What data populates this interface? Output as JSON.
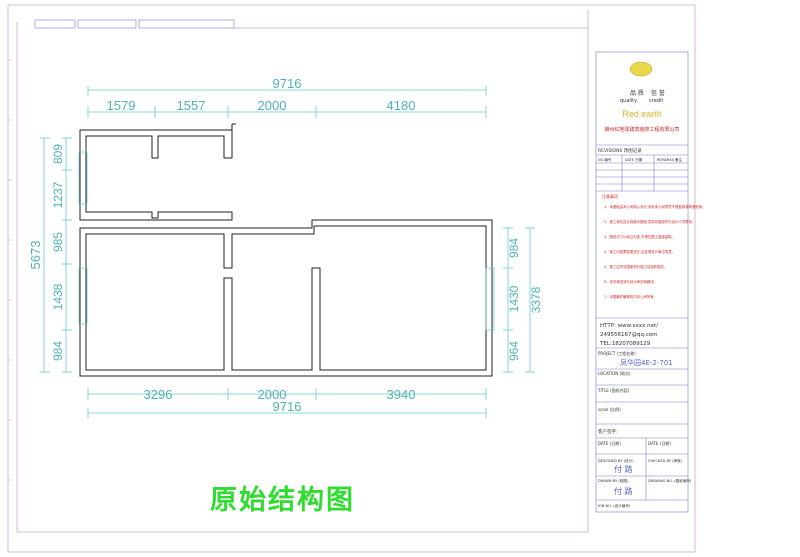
{
  "header_cells": [
    "",
    "",
    ""
  ],
  "plan": {
    "top_total": "9716",
    "top_parts": [
      "1579",
      "1557",
      "2000",
      "4180"
    ],
    "bottom_parts": [
      "3296",
      "2000",
      "3940"
    ],
    "bottom_total": "9716",
    "left_total": "5673",
    "left_parts": [
      "809",
      "1237",
      "985",
      "1438",
      "984"
    ],
    "right_parts": [
      "984",
      "1430",
      "964"
    ],
    "right_total": "3378",
    "title": "原始结构图"
  },
  "title_block": {
    "cert_cn": [
      "品 质",
      "信 誉"
    ],
    "cert_en": [
      "quality",
      "credit"
    ],
    "brand": "Red earth",
    "company": "赣州红地球建筑装饰工程有限公司",
    "revision_header": "REVISIONS 改图记录",
    "rev_columns": [
      "NO.编号",
      "DATE 日期",
      "REMARKS 备注"
    ],
    "notes_title": "注意事项",
    "notes": [
      "1、本图纸由本公司精心设计,未经本公司同意不得复制或转借他用。",
      "2、施工单位应认真核对图纸,发现问题及时与设计人员联系。",
      "3、图纸尺寸以标注为准,不得在图上直接量取。",
      "4、施工中如需变更设计,应征得设计单位同意。",
      "5、施工应符合国家现行施工及验收规范。",
      "6、未尽事宜请与设计师协商解决。",
      "7、本图最终解释权归本公司所有。"
    ],
    "http": "HTTP: www.xxxx.net/",
    "email": "249556167@qq.com",
    "tel": "TEL:18207089129",
    "project_label": "PROJECT (工程名称)",
    "project_value": "凤华园4E-2-701",
    "location_label": "LOCATION (地点)",
    "title_label": "TITLE (图纸内容)",
    "scale_label": "scale (比例)",
    "client_label": "客户签字:",
    "date_label": "DATE (日期)",
    "date_label2": "DATE (日期)",
    "designed_label": "DESIGNED BY (设计)",
    "designed_value": "付 路",
    "checked_label": "CHECKED BY (审核)",
    "drawn_label": "DRAWN BY (制图)",
    "drawn_value": "付 路",
    "drawing_no_label": "DRAWING.NO. (图纸编号)",
    "job_no_label": "JOB NO. (设计编号)"
  }
}
